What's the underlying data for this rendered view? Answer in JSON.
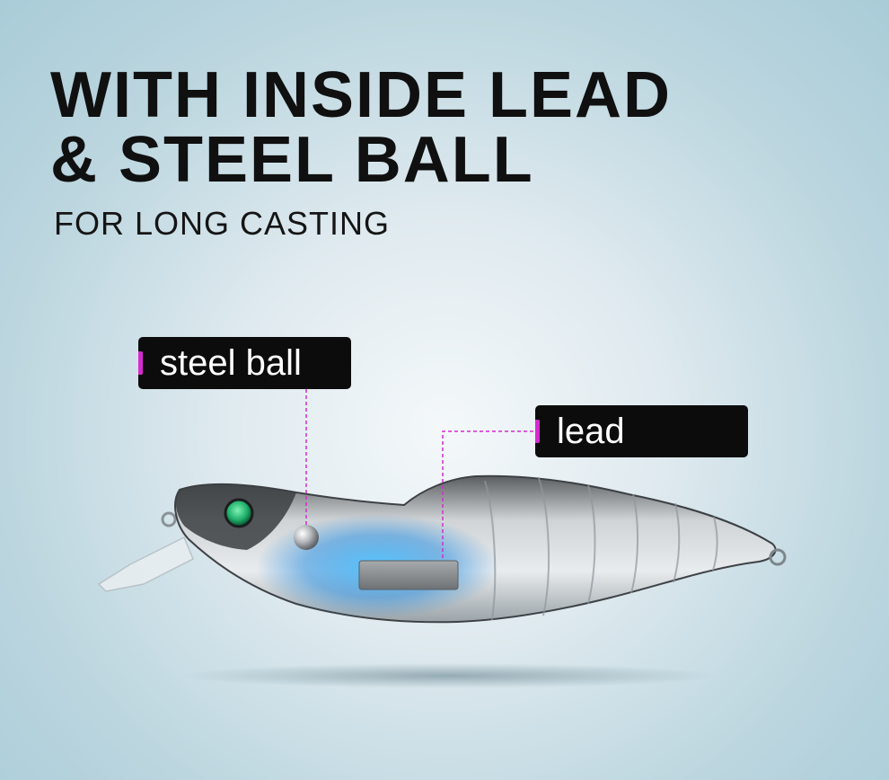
{
  "headline": {
    "line1": "WITH INSIDE LEAD",
    "line2": "& STEEL BALL"
  },
  "subtitle": "FOR LONG CASTING",
  "callouts": {
    "steel_ball": "steel ball",
    "lead": "lead"
  },
  "colors": {
    "accent": "#d62ad0",
    "glow": "#3fb7ff",
    "eye": "#1fae6a"
  }
}
